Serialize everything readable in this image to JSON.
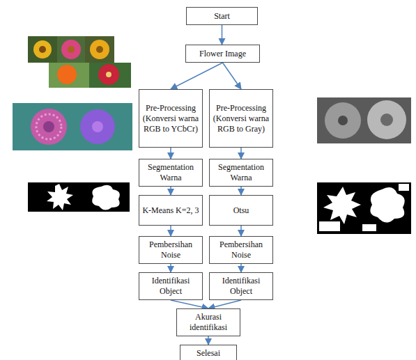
{
  "diagram": {
    "nodes": [
      {
        "text": [
          "Start"
        ]
      },
      {
        "text": [
          "Flower Image"
        ]
      },
      {
        "text": [
          "Pre-Processing (Konversi warna RGB to YCbCr)"
        ]
      },
      {
        "text": [
          "Pre-Processing (Konversi warna RGB to Gray)"
        ]
      },
      {
        "text": [
          "Segmentation Warna"
        ]
      },
      {
        "text": [
          "Segmentation Warna"
        ]
      },
      {
        "text": [
          "K-Means K=2, 3"
        ]
      },
      {
        "text": [
          "Otsu"
        ]
      },
      {
        "text": [
          "Pembersihan Noise"
        ]
      },
      {
        "text": [
          "Pembersihan Noise"
        ]
      },
      {
        "text": [
          "Identifikasi Object"
        ]
      },
      {
        "text": [
          "Identifikasi Object"
        ]
      },
      {
        "text": [
          "Akurasi identifikasi"
        ]
      },
      {
        "text": [
          "Selesai"
        ]
      }
    ],
    "edges": [
      {
        "from": 0,
        "to": 1,
        "arrow": "to"
      },
      {
        "from": 1,
        "to": 2,
        "arrow": "to"
      },
      {
        "from": 1,
        "to": 3,
        "arrow": "to"
      },
      {
        "from": 2,
        "to": 4,
        "arrow": "to"
      },
      {
        "from": 3,
        "to": 5,
        "arrow": "to"
      },
      {
        "from": 4,
        "to": 6,
        "arrow": "to"
      },
      {
        "from": 5,
        "to": 7,
        "arrow": "to"
      },
      {
        "from": 6,
        "to": 8,
        "arrow": "to"
      },
      {
        "from": 7,
        "to": 9,
        "arrow": "to"
      },
      {
        "from": 8,
        "to": 10,
        "arrow": "to"
      },
      {
        "from": 9,
        "to": 11,
        "arrow": "to"
      },
      {
        "from": 10,
        "to": 12,
        "arrow": "to"
      },
      {
        "from": 11,
        "to": 12,
        "arrow": "to"
      },
      {
        "from": 12,
        "to": 13,
        "arrow": "to"
      }
    ]
  }
}
